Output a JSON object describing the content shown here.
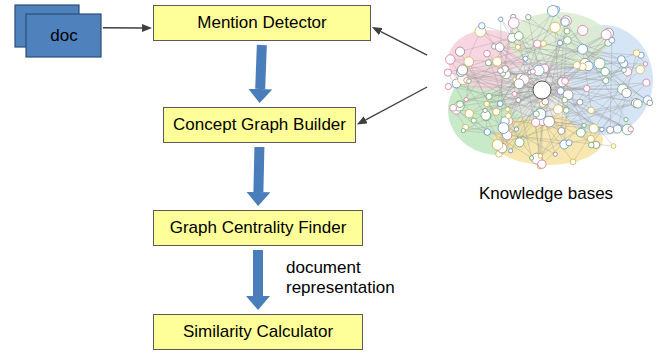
{
  "diagram": {
    "nodes": [
      {
        "text": [
          "doc"
        ]
      },
      {
        "text": [
          "Mention Detector"
        ]
      },
      {
        "text": [
          "Concept Graph Builder"
        ]
      },
      {
        "text": [
          "Graph Centrality Finder"
        ]
      },
      {
        "text": [
          "Similarity Calculator"
        ]
      },
      {
        "text": [
          "Knowledge bases"
        ]
      }
    ],
    "edges": [
      {
        "from": 0,
        "to": 1,
        "arrow": "to"
      },
      {
        "from": 1,
        "to": 2,
        "arrow": "to"
      },
      {
        "from": 2,
        "to": 3,
        "arrow": "to"
      },
      {
        "from": 3,
        "to": 4,
        "arrow": "to",
        "label": "document representation"
      },
      {
        "from": 5,
        "to": 1,
        "arrow": "to"
      },
      {
        "from": 5,
        "to": 2,
        "arrow": "to"
      }
    ]
  }
}
